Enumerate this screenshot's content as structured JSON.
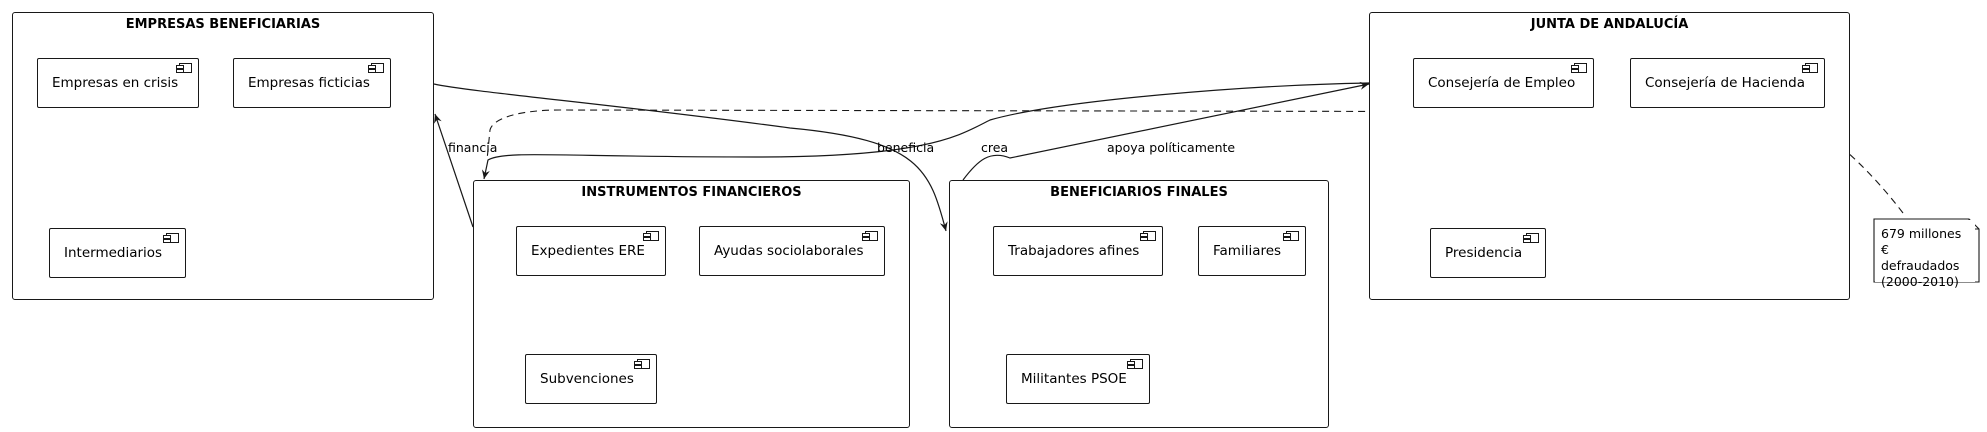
{
  "packages": {
    "empresas": {
      "title": "EMPRESAS BENEFICIARIAS",
      "components": [
        "Empresas en crisis",
        "Empresas ficticias",
        "Intermediarios"
      ]
    },
    "instrumentos": {
      "title": "INSTRUMENTOS FINANCIEROS",
      "components": [
        "Expedientes ERE",
        "Ayudas sociolaborales",
        "Subvenciones"
      ]
    },
    "beneficiarios": {
      "title": "BENEFICIARIOS FINALES",
      "components": [
        "Trabajadores afines",
        "Familiares",
        "Militantes PSOE"
      ]
    },
    "junta": {
      "title": "JUNTA DE ANDALUCÍA",
      "components": [
        "Consejería de Empleo",
        "Consejería de Hacienda",
        "Presidencia"
      ]
    }
  },
  "relations": {
    "financia": "financia",
    "beneficia": "beneficia",
    "crea": "crea",
    "apoya": "apoya políticamente"
  },
  "note": {
    "line1": "679 millones €",
    "line2": "defraudados",
    "line3": "(2000-2010)"
  },
  "icons": {
    "component": "component-icon",
    "note": "note-icon"
  }
}
